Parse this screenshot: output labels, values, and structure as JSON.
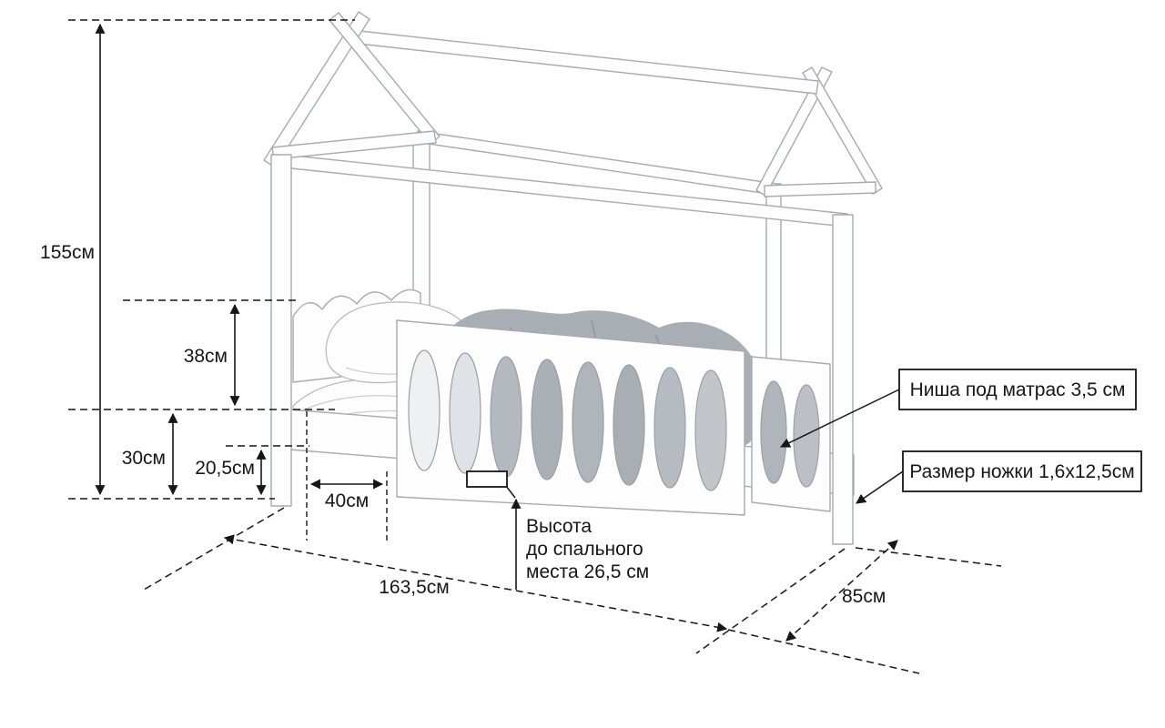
{
  "diagram": {
    "subject": "house-frame-children-bed-dimensions",
    "dimensions": {
      "total_height": "155см",
      "headboard_height": "38см",
      "base_height": "30см",
      "underbed_clearance": "20,5см",
      "entry_gap": "40см",
      "bed_length": "163,5см",
      "bed_depth": "85см"
    },
    "callouts": {
      "mattress_niche": "Ниша под матрас 3,5 см",
      "leg_size": "Размер ножки 1,6х12,5см"
    },
    "sleep_height": {
      "line1": "Высота",
      "line2": "до спального",
      "line3": "места 26,5 см"
    },
    "colors": {
      "outline": "#a6abb1",
      "annotation": "#161616",
      "blanket": "#a9aeb4",
      "background": "#ffffff"
    }
  }
}
